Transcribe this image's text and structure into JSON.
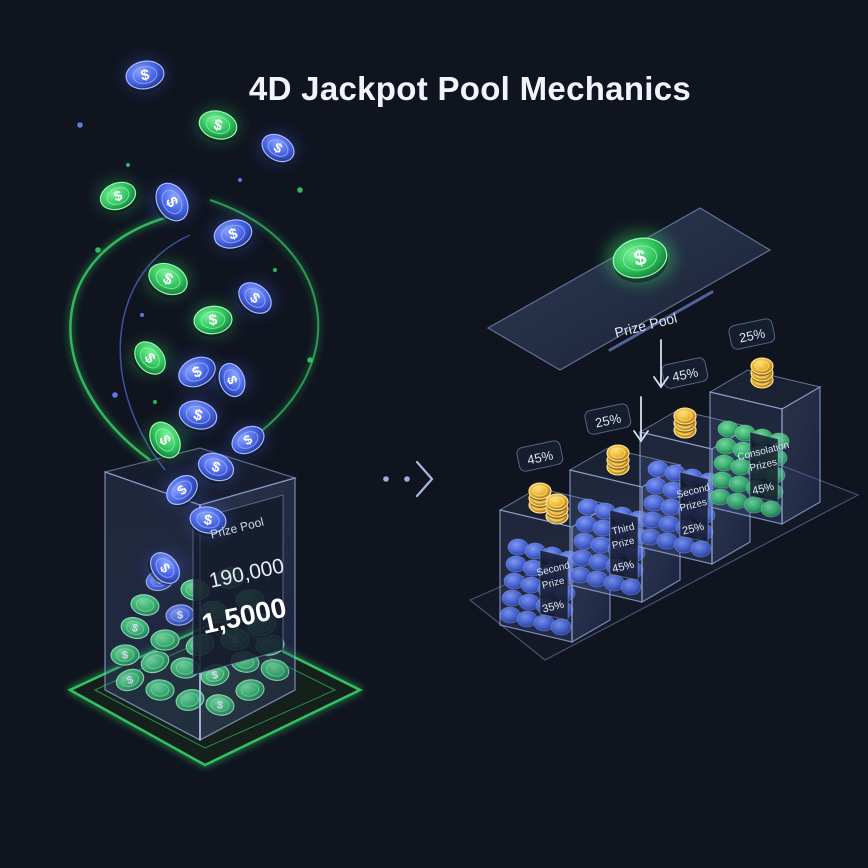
{
  "title": "4D Jackpot Pool Mechanics",
  "colors": {
    "background": "#10141f",
    "green_coin": "#37d468",
    "blue_coin": "#4866e6",
    "gold_coin": "#f0b829",
    "glass_edge": "#9aaedd"
  },
  "coin_symbol": "$",
  "jar": {
    "label": "Prize Pool",
    "value_1": "190,000",
    "value_2": "1,5000"
  },
  "flow_arrow": {
    "icon": "chevron-right-icon"
  },
  "distribution": {
    "panel_label": "Prize Pool",
    "tiers": [
      {
        "percent_tag": "45%",
        "name_line1": "Second",
        "name_line2": "Prize",
        "percent_front": "35%"
      },
      {
        "percent_tag": "25%",
        "name_line1": "Third",
        "name_line2": "Prize",
        "percent_front": "45%"
      },
      {
        "percent_tag": "45%",
        "name_line1": "Second",
        "name_line2": "Prizes",
        "percent_front": "25%"
      },
      {
        "percent_tag": "25%",
        "name_line1": "Consolation",
        "name_line2": "Prizes",
        "percent_front": "45%"
      }
    ]
  }
}
